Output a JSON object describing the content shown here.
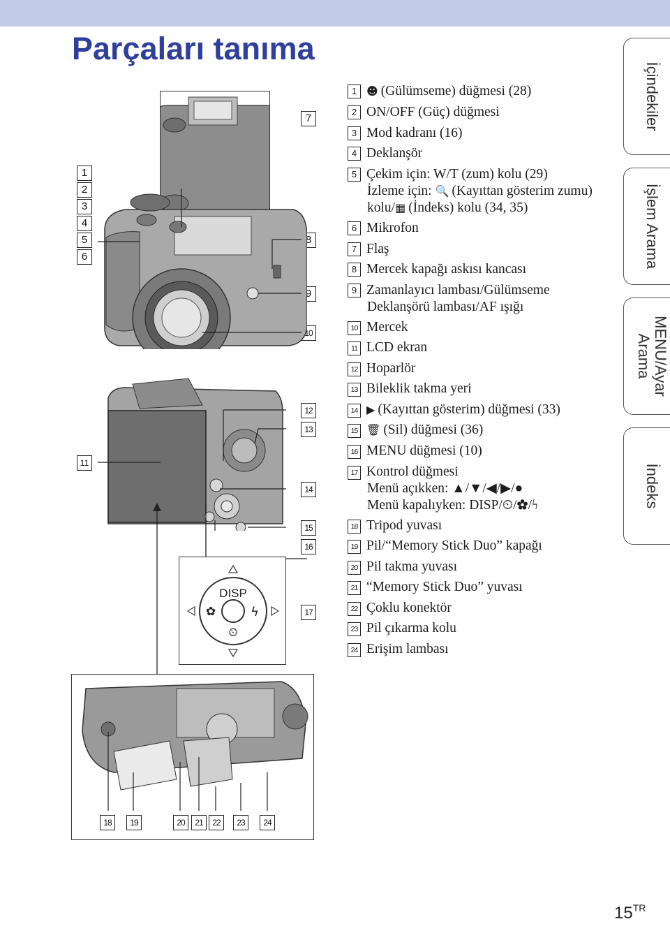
{
  "page": {
    "title": "Parçaları tanıma",
    "page_number": "15",
    "page_lang": "TR"
  },
  "side_tabs": [
    {
      "label": "İçindekiler"
    },
    {
      "label": "İşlem Arama"
    },
    {
      "label": "MENU/Ayar\nArama"
    },
    {
      "label": "İndeks"
    }
  ],
  "parts": [
    {
      "num": "1",
      "icon": "smile-icon",
      "glyph": "☻",
      "text": "(Gülümseme) düğmesi (28)"
    },
    {
      "num": "2",
      "text": "ON/OFF (Güç) düğmesi"
    },
    {
      "num": "3",
      "text": "Mod kadranı (16)"
    },
    {
      "num": "4",
      "text": "Deklanşör"
    },
    {
      "num": "5",
      "text": "Çekim için: W/T (zum) kolu (29)",
      "lines": [
        "İzleme için:",
        "(Kayıttan gösterim zumu)",
        "kolu/",
        "(İndeks) kolu (34, 35)"
      ]
    },
    {
      "num": "6",
      "text": "Mikrofon"
    },
    {
      "num": "7",
      "text": "Flaş"
    },
    {
      "num": "8",
      "text": "Mercek kapağı askısı kancası"
    },
    {
      "num": "9",
      "text": "Zamanlayıcı lambası/Gülümseme",
      "lines": [
        "Deklanşörü lambası/AF ışığı"
      ]
    },
    {
      "num": "10",
      "text": "Mercek"
    },
    {
      "num": "11",
      "text": "LCD ekran"
    },
    {
      "num": "12",
      "text": "Hoparlör"
    },
    {
      "num": "13",
      "text": "Bileklik takma yeri"
    },
    {
      "num": "14",
      "icon": "play-icon",
      "glyph": "▶",
      "text": "(Kayıttan gösterim) düğmesi (33)"
    },
    {
      "num": "15",
      "icon": "trash-icon",
      "glyph": "🗑",
      "text": "(Sil) düğmesi (36)"
    },
    {
      "num": "16",
      "text": "MENU düğmesi (10)"
    },
    {
      "num": "17",
      "text": "Kontrol düğmesi",
      "lines": [
        "Menü açıkken: ▲/▼/◀/▶/●",
        "Menü kapalıyken: DISP/⏲/✿/ϟ"
      ]
    },
    {
      "num": "18",
      "text": "Tripod yuvası"
    },
    {
      "num": "19",
      "text": "Pil/“Memory Stick Duo” kapağı"
    },
    {
      "num": "20",
      "text": "Pil takma yuvası"
    },
    {
      "num": "21",
      "text": "“Memory Stick Duo” yuvası"
    },
    {
      "num": "22",
      "text": "Çoklu konektör"
    },
    {
      "num": "23",
      "text": "Pil çıkarma kolu"
    },
    {
      "num": "24",
      "text": "Erişim lambası"
    }
  ],
  "control_dial": {
    "label": "DISP"
  }
}
